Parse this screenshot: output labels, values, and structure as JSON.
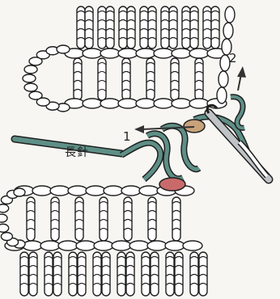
{
  "labels": {
    "step1": "1",
    "step2": "2",
    "stitch_name": "長針"
  },
  "colors": {
    "background": "#f7f6f2",
    "stitch_outline": "#1f1f1f",
    "stitch_fill": "#ffffff",
    "working_yarn": "#5e8f86",
    "highlight_loop": "#c8a27a",
    "marker": "#c96a6a",
    "hook": "#bfc3c6",
    "arrow": "#333333"
  },
  "icons": [
    "crochet-hook-icon",
    "arrow-left-icon",
    "arrow-up-icon"
  ]
}
